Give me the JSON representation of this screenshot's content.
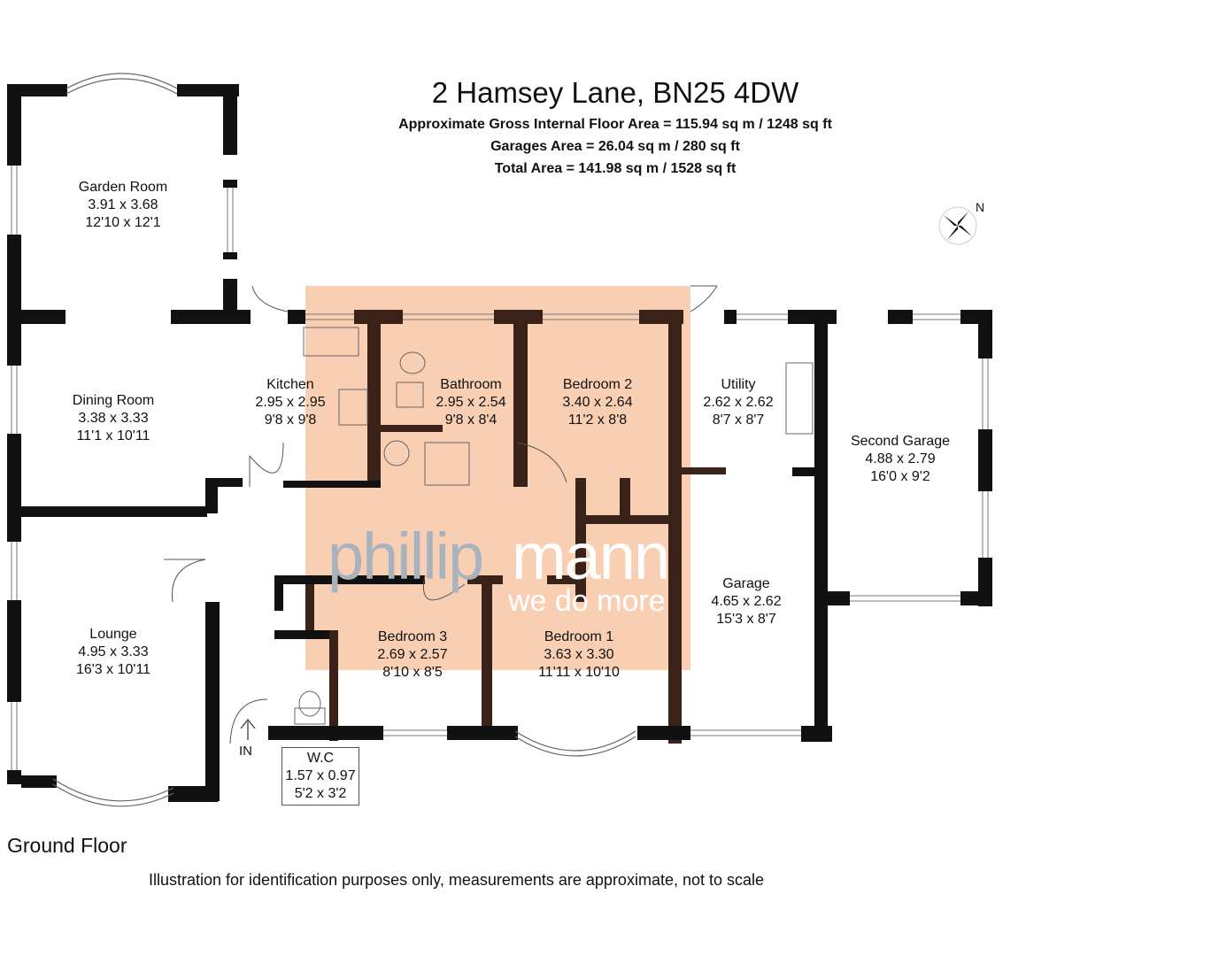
{
  "header": {
    "address": "2 Hamsey Lane, BN25 4DW",
    "internal_area": "Approximate Gross Internal Floor Area = 115.94 sq m / 1248 sq ft",
    "garages_area": "Garages Area = 26.04 sq m / 280 sq ft",
    "total_area": "Total Area = 141.98 sq m / 1528 sq ft"
  },
  "compass": {
    "label": "N",
    "icon": "compass-rose-icon"
  },
  "rooms": [
    {
      "name": "Garden Room",
      "metric": "3.91 x 3.68",
      "imperial": "12'10 x 12'1"
    },
    {
      "name": "Dining Room",
      "metric": "3.38 x 3.33",
      "imperial": "11'1 x 10'11"
    },
    {
      "name": "Kitchen",
      "metric": "2.95 x 2.95",
      "imperial": "9'8 x 9'8"
    },
    {
      "name": "Bathroom",
      "metric": "2.95 x 2.54",
      "imperial": "9'8 x 8'4"
    },
    {
      "name": "Bedroom 2",
      "metric": "3.40 x 2.64",
      "imperial": "11'2 x 8'8"
    },
    {
      "name": "Utility",
      "metric": "2.62 x 2.62",
      "imperial": "8'7 x 8'7"
    },
    {
      "name": "Second Garage",
      "metric": "4.88 x 2.79",
      "imperial": "16'0 x 9'2"
    },
    {
      "name": "Garage",
      "metric": "4.65 x 2.62",
      "imperial": "15'3 x 8'7"
    },
    {
      "name": "Lounge",
      "metric": "4.95 x 3.33",
      "imperial": "16'3 x 10'11"
    },
    {
      "name": "Bedroom 3",
      "metric": "2.69 x 2.57",
      "imperial": "8'10 x 8'5"
    },
    {
      "name": "Bedroom 1",
      "metric": "3.63 x 3.30",
      "imperial": "11'11 x 10'10"
    },
    {
      "name": "W.C",
      "metric": "1.57 x 0.97",
      "imperial": "5'2 x 3'2"
    }
  ],
  "entrance_label": "IN",
  "watermark": {
    "part1": "phillip",
    "part2": "mann",
    "tagline": "we do more",
    "highlight_color": "#f9cfb4"
  },
  "floor_label": "Ground Floor",
  "disclaimer": "Illustration for identification purposes only, measurements are approximate, not to scale",
  "colors": {
    "wall": "#111111",
    "wall_highlight": "#3a2218"
  }
}
